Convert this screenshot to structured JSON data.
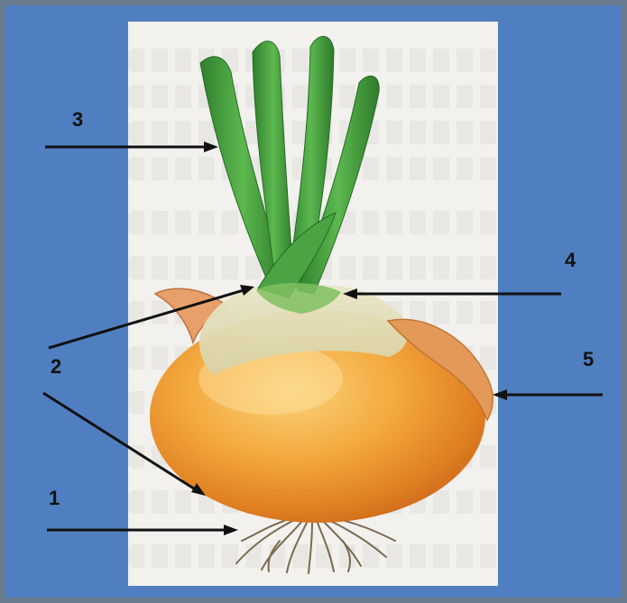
{
  "labels": {
    "one": "1",
    "two": "2",
    "three": "3",
    "four": "4",
    "five": "5"
  },
  "colors": {
    "background": "#4f7fc0",
    "panel": "#f2f1ee",
    "leaf": "#3f9a3a",
    "bulb": "#f0a43c",
    "arrow": "#111111"
  }
}
